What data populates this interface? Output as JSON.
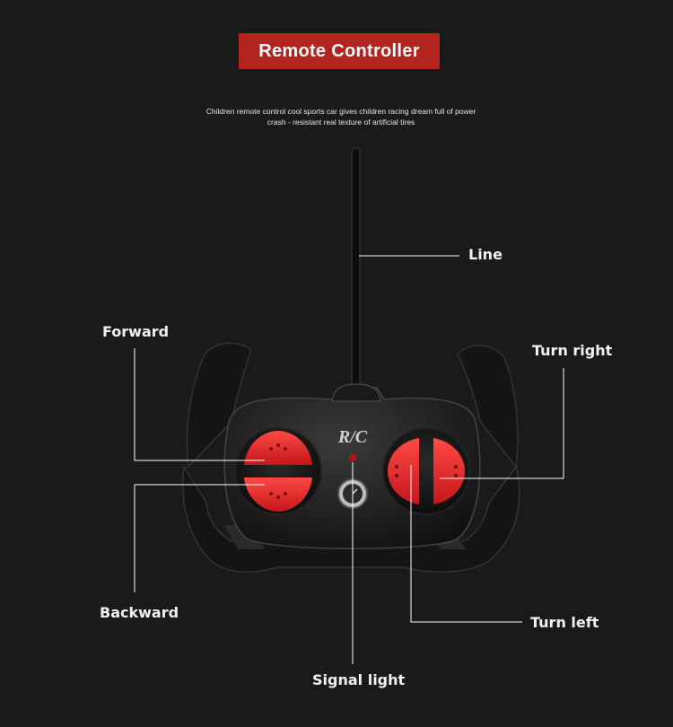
{
  "title": "Remote Controller",
  "subtitle_lines": [
    "Children remote control cool sports car gives children racing dream full of power",
    "crash - resistant real texture of artificial tires"
  ],
  "controller_logo": "R/C",
  "callouts": {
    "line": "Line",
    "forward": "Forward",
    "turn_right": "Turn right",
    "backward": "Backward",
    "turn_left": "Turn left",
    "signal_light": "Signal light"
  },
  "colors": {
    "background": "#1a1a1a",
    "title_bg": "#b3241f",
    "button_red": "#e32228"
  }
}
